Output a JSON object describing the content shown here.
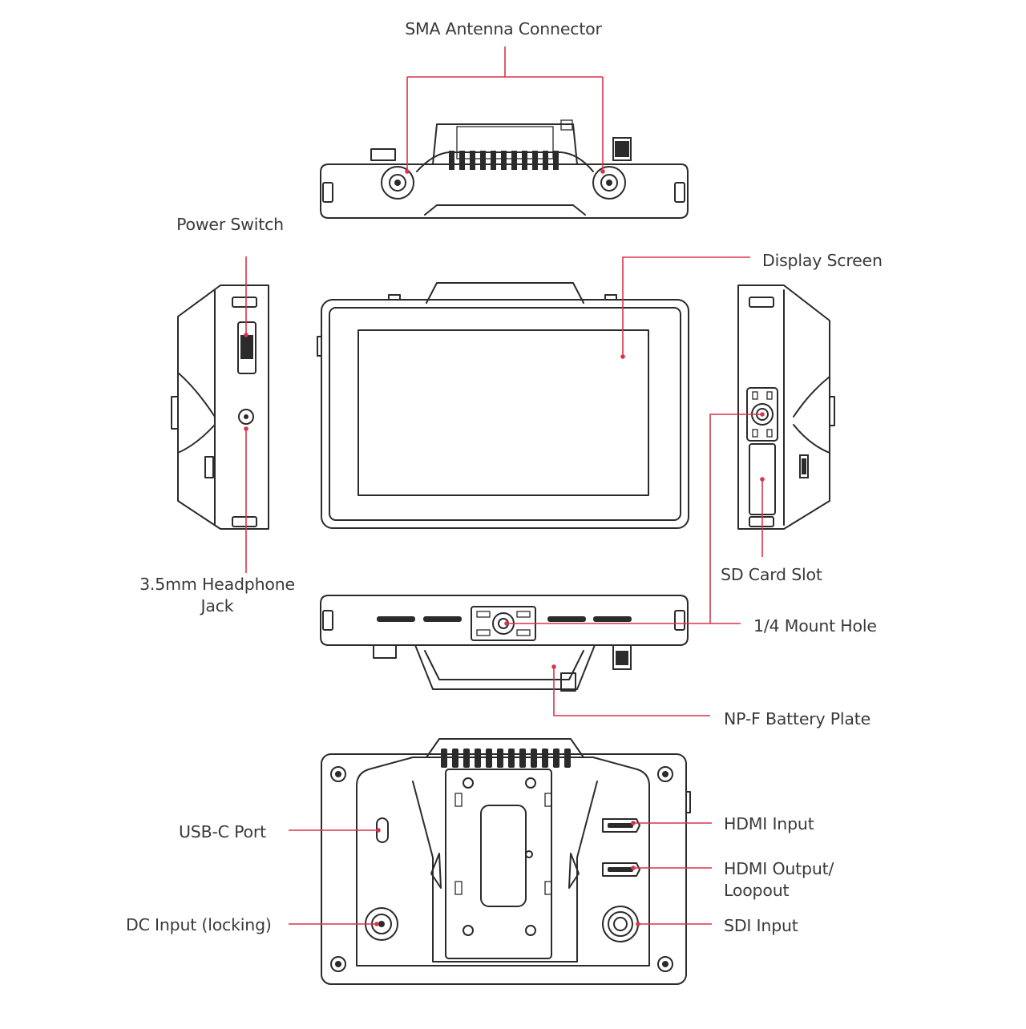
{
  "accent_color": "#d8344b",
  "labels": {
    "sma_antenna": "SMA Antenna Connector",
    "power_switch": "Power Switch",
    "display_screen": "Display Screen",
    "headphone_line1": "3.5mm Headphone",
    "headphone_line2": "Jack",
    "sd_card_slot": "SD Card Slot",
    "mount_hole": "1/4 Mount Hole",
    "battery_plate": "NP-F Battery Plate",
    "usb_c": "USB-C Port",
    "hdmi_input": "HDMI Input",
    "hdmi_output_line1": "HDMI Output/",
    "hdmi_output_line2": "Loopout",
    "dc_input": "DC Input (locking)",
    "sdi_input": "SDI Input"
  }
}
